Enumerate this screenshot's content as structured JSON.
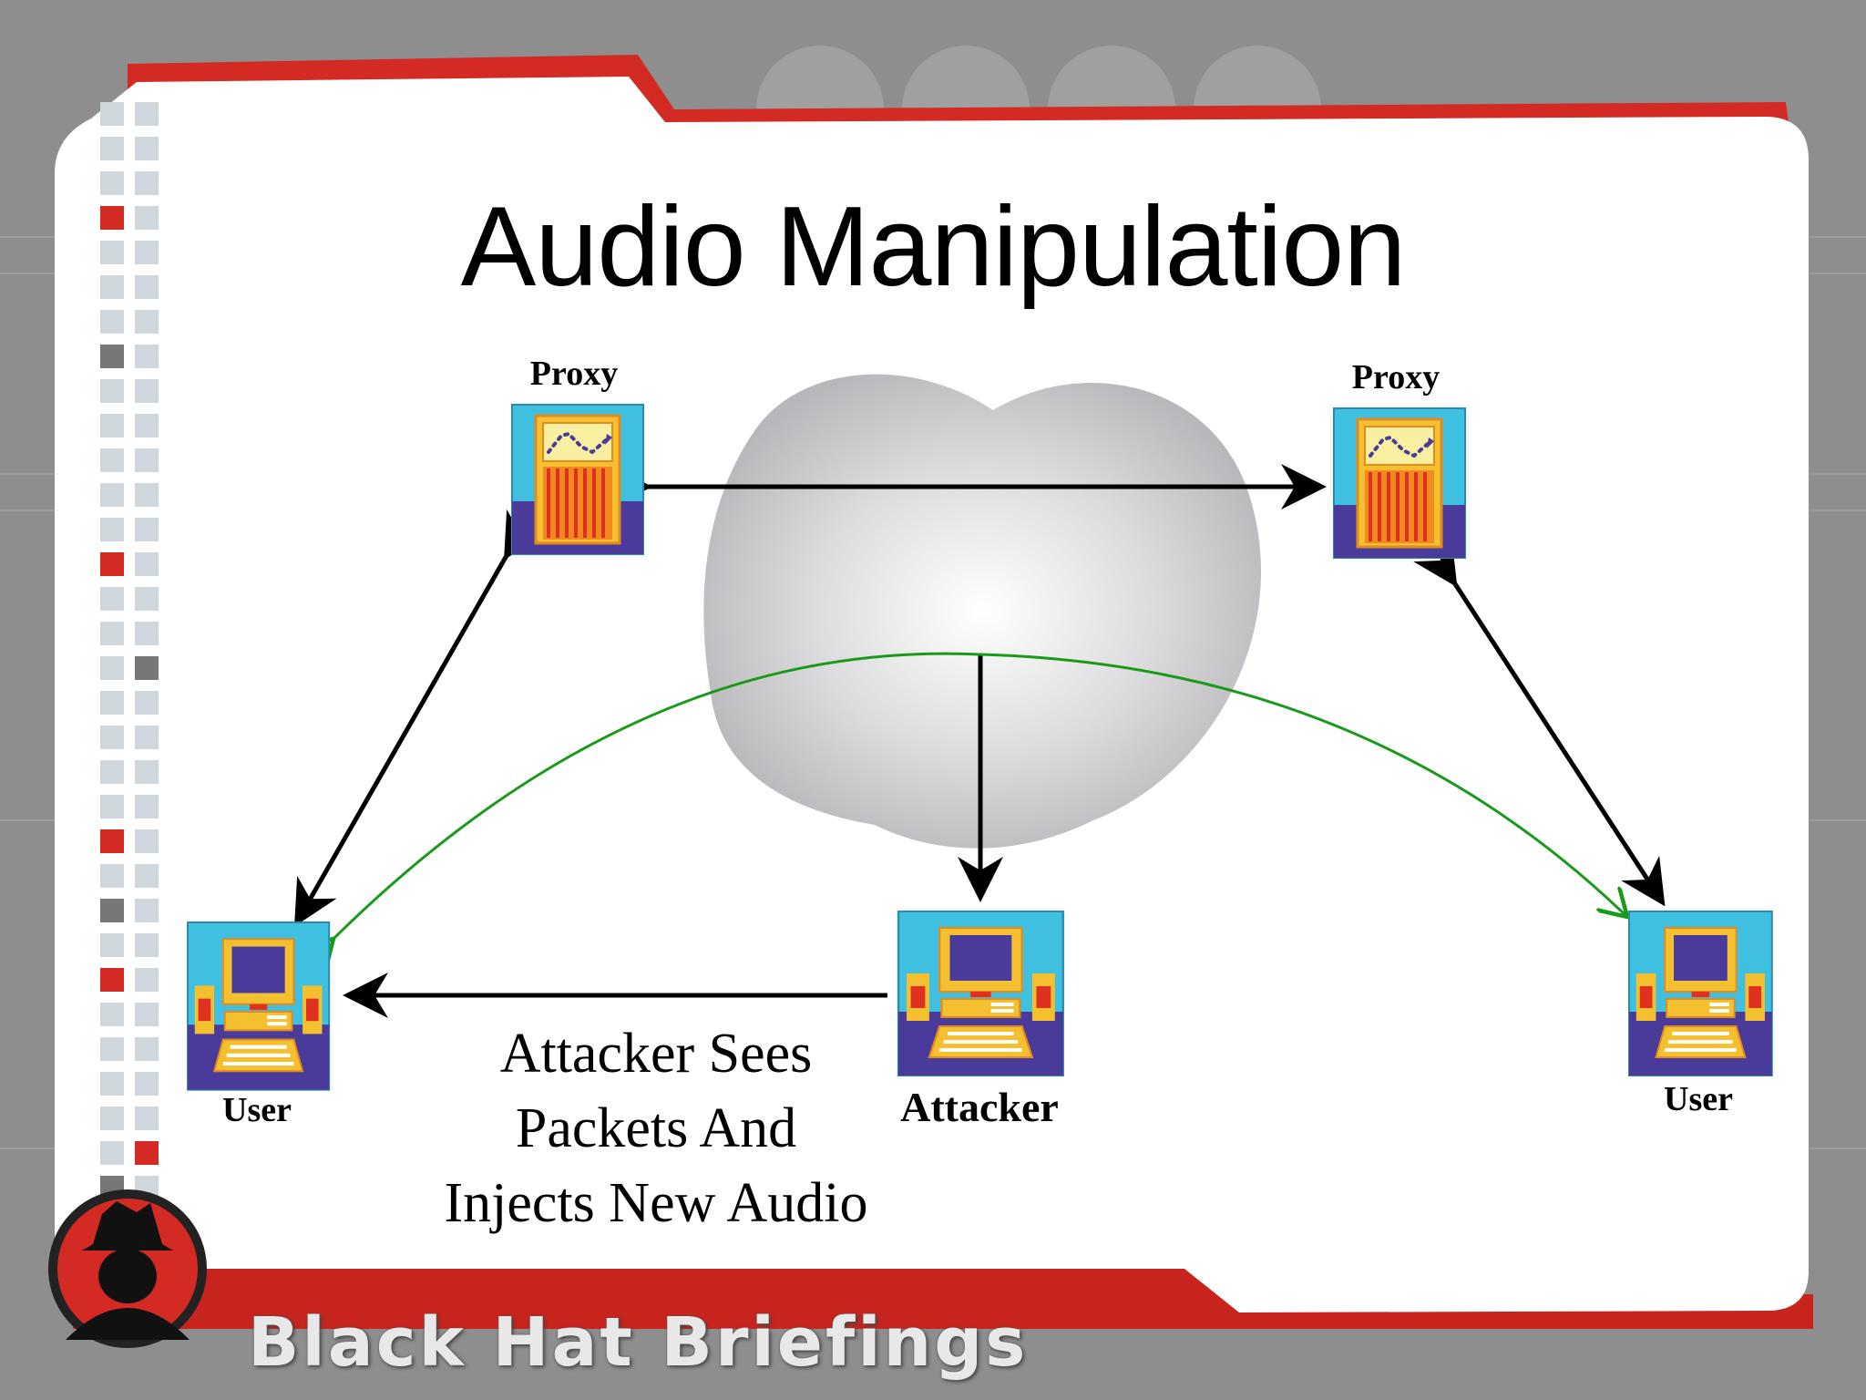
{
  "slide": {
    "title": "Audio Manipulation",
    "footer": "Black Hat Briefings",
    "caption_lines": [
      "Attacker Sees",
      "Packets And",
      "Injects New Audio"
    ]
  },
  "nodes": {
    "proxy_left": {
      "label": "Proxy",
      "icon": "proxy-icon"
    },
    "proxy_right": {
      "label": "Proxy",
      "icon": "proxy-icon"
    },
    "user_left": {
      "label": "User",
      "icon": "computer-icon"
    },
    "user_right": {
      "label": "User",
      "icon": "computer-icon"
    },
    "attacker": {
      "label": "Attacker",
      "icon": "computer-icon"
    }
  },
  "colors": {
    "accent_red": "#d42a24",
    "icon_cyan": "#40c0e0",
    "icon_purple": "#4a3a9a",
    "icon_yellow": "#f5c030",
    "green_arrow": "#1a9a1a"
  }
}
